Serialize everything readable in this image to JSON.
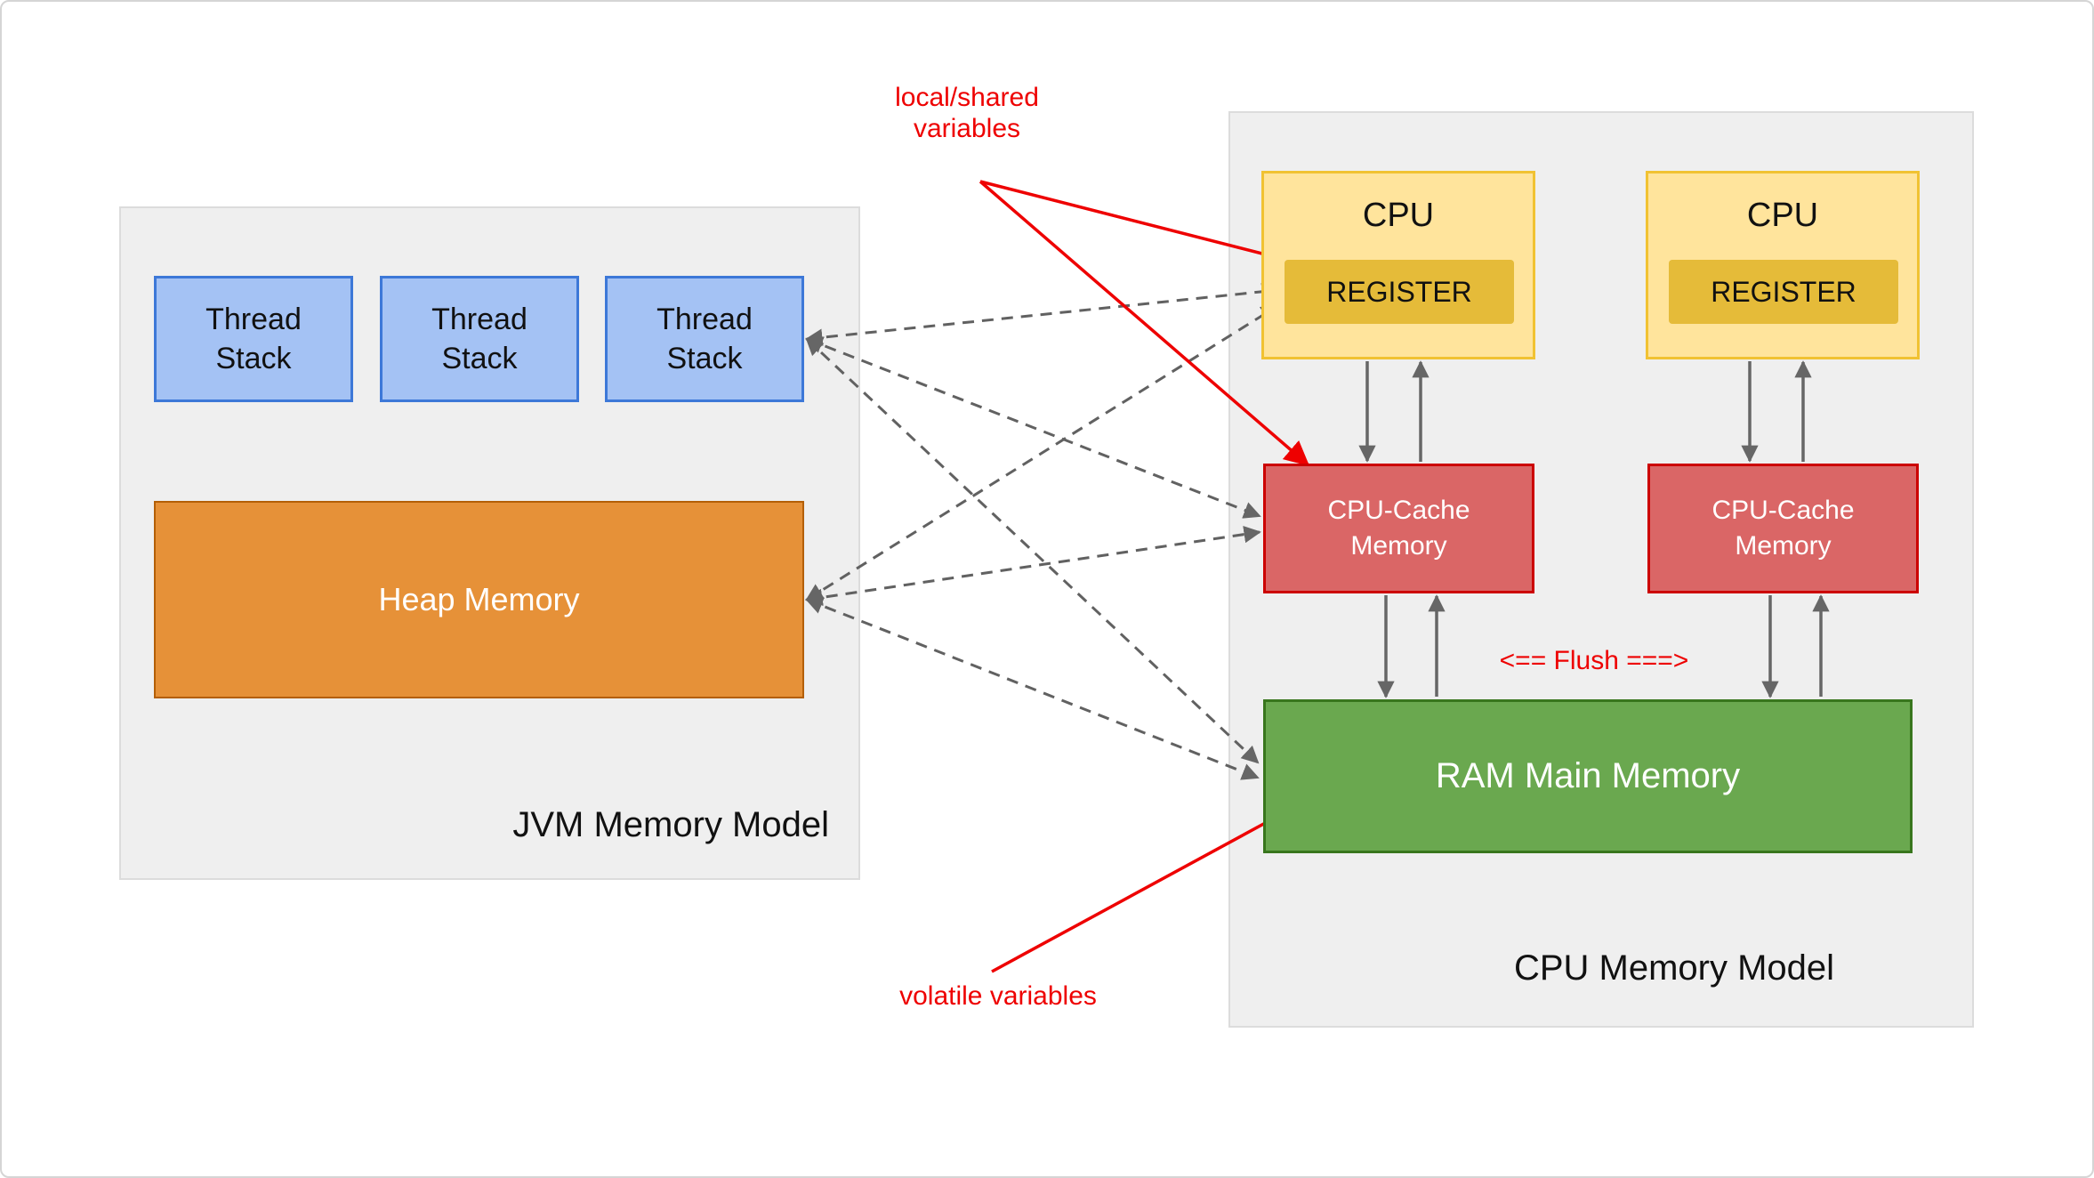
{
  "jvm_panel": {
    "label": "JVM Memory Model",
    "thread_stacks": [
      {
        "label": "Thread Stack"
      },
      {
        "label": "Thread Stack"
      },
      {
        "label": "Thread Stack"
      }
    ],
    "heap": {
      "label": "Heap Memory"
    }
  },
  "cpu_panel": {
    "label": "CPU Memory Model",
    "cpus": [
      {
        "label": "CPU",
        "register": "REGISTER"
      },
      {
        "label": "CPU",
        "register": "REGISTER"
      }
    ],
    "caches": [
      {
        "label": "CPU-Cache Memory"
      },
      {
        "label": "CPU-Cache Memory"
      }
    ],
    "ram": {
      "label": "RAM Main Memory"
    },
    "flush_label": "<== Flush ===>"
  },
  "annotations": {
    "local_shared_variables": "local/shared variables",
    "volatile_variables": "volatile variables"
  },
  "colors": {
    "panel_bg": "#efefef",
    "thread_stack_fill": "#a4c2f4",
    "thread_stack_border": "#3d78d8",
    "heap_fill": "#e69138",
    "heap_border": "#b45f06",
    "cpu_fill": "#ffe49c",
    "cpu_border": "#f1c232",
    "register_fill": "#e5bb39",
    "cache_fill": "#da6666",
    "cache_border": "#cc0000",
    "ram_fill": "#6aa84f",
    "ram_border": "#38761d",
    "annotation_red": "#ee0000",
    "arrow_gray": "#666666"
  }
}
